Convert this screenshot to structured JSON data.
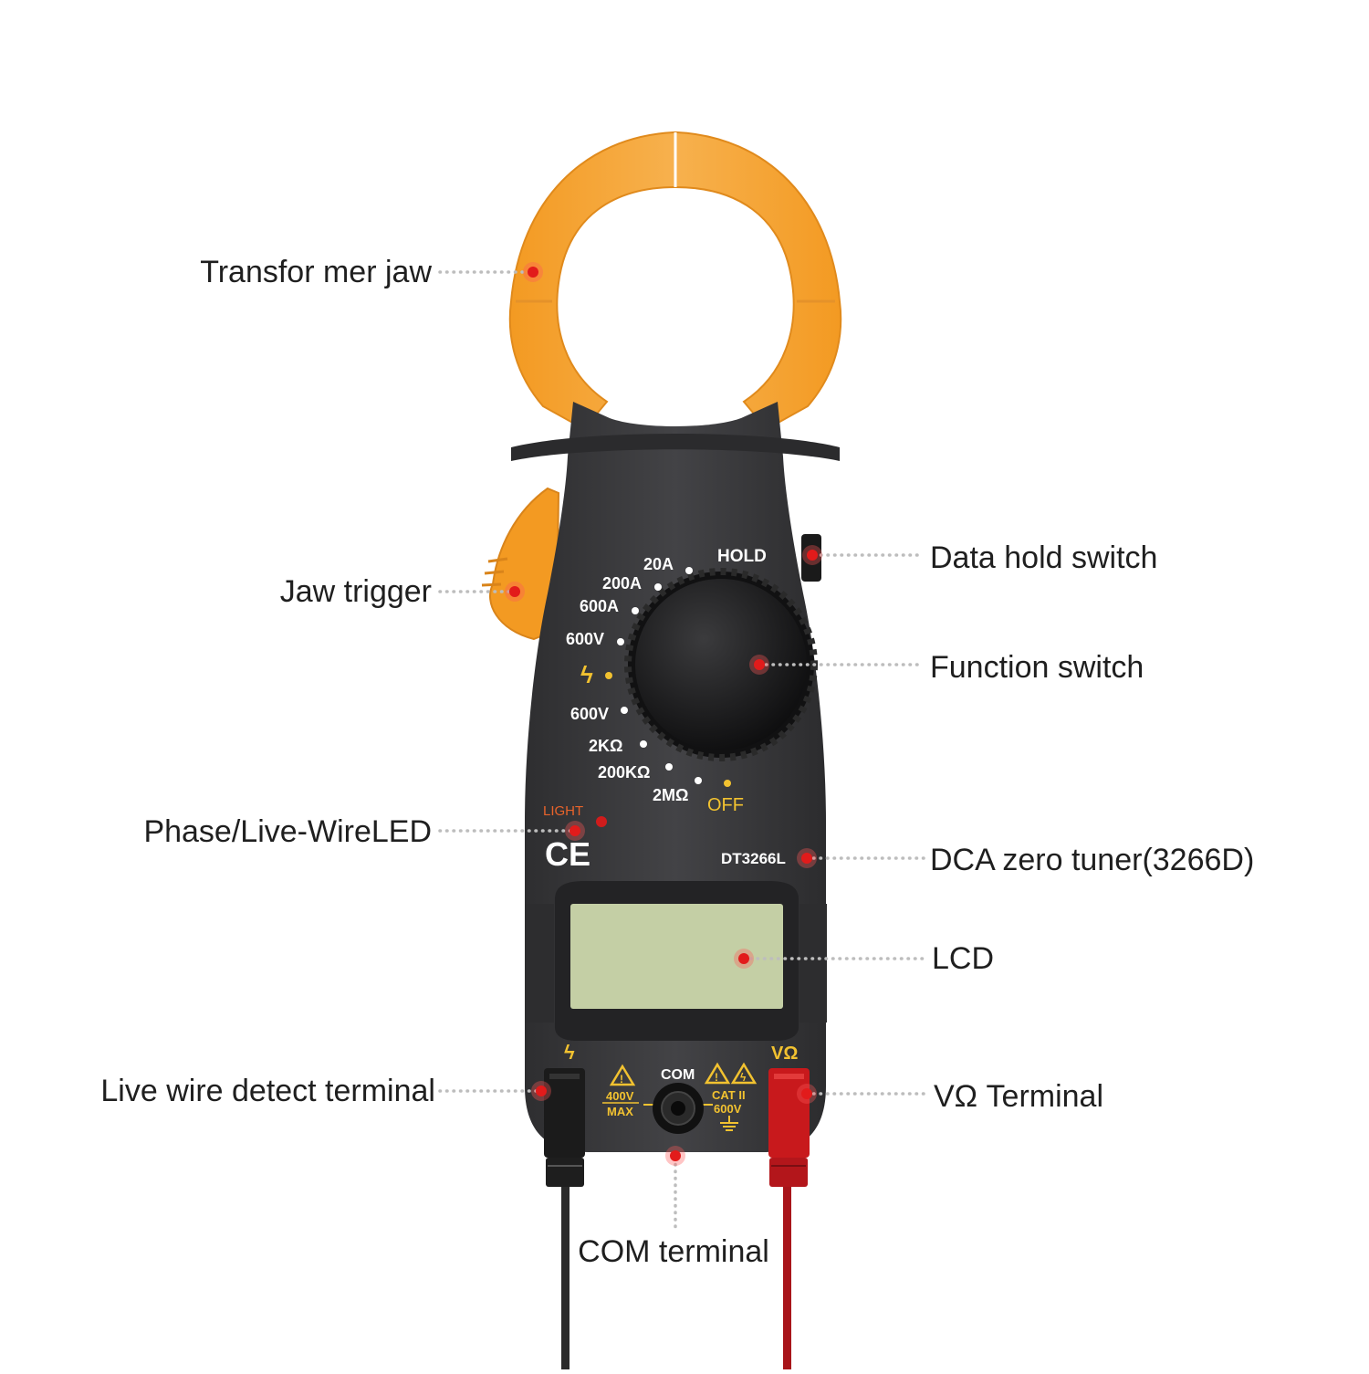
{
  "callouts": {
    "jaw": "Transfor mer jaw",
    "trigger": "Jaw trigger",
    "led": "Phase/Live-WireLED",
    "live_terminal": "Live wire detect terminal",
    "hold": "Data hold switch",
    "function": "Function switch",
    "dca": "DCA zero tuner(3266D)",
    "lcd": "LCD",
    "vohm": "VΩ Terminal",
    "com": "COM terminal"
  },
  "device": {
    "model": "DT3266L",
    "hold_label": "HOLD",
    "light_label": "LIGHT",
    "ce_mark": "CE",
    "off_label": "OFF",
    "com_label": "COM",
    "vohm_label": "VΩ",
    "live_symbol": "ϟ",
    "max_label_1": "400V",
    "max_label_2": "MAX",
    "cat_label_1": "CAT II",
    "cat_label_2": "600V",
    "dial_positions": [
      "20A",
      "200A",
      "600A",
      "600V",
      "ϟ",
      "600V",
      "2KΩ",
      "200KΩ",
      "2MΩ"
    ]
  },
  "colors": {
    "jaw_orange": "#f4a535",
    "body_dark": "#3a3a3c",
    "lcd_green": "#c4cfa5",
    "marker_red": "#e21b1b",
    "lead_red": "#c8191c",
    "lead_black": "#222222",
    "accent_yellow": "#f2c230"
  },
  "icons": [
    "warning-triangle-icon",
    "ground-icon",
    "lightning-icon",
    "ce-mark-icon"
  ]
}
